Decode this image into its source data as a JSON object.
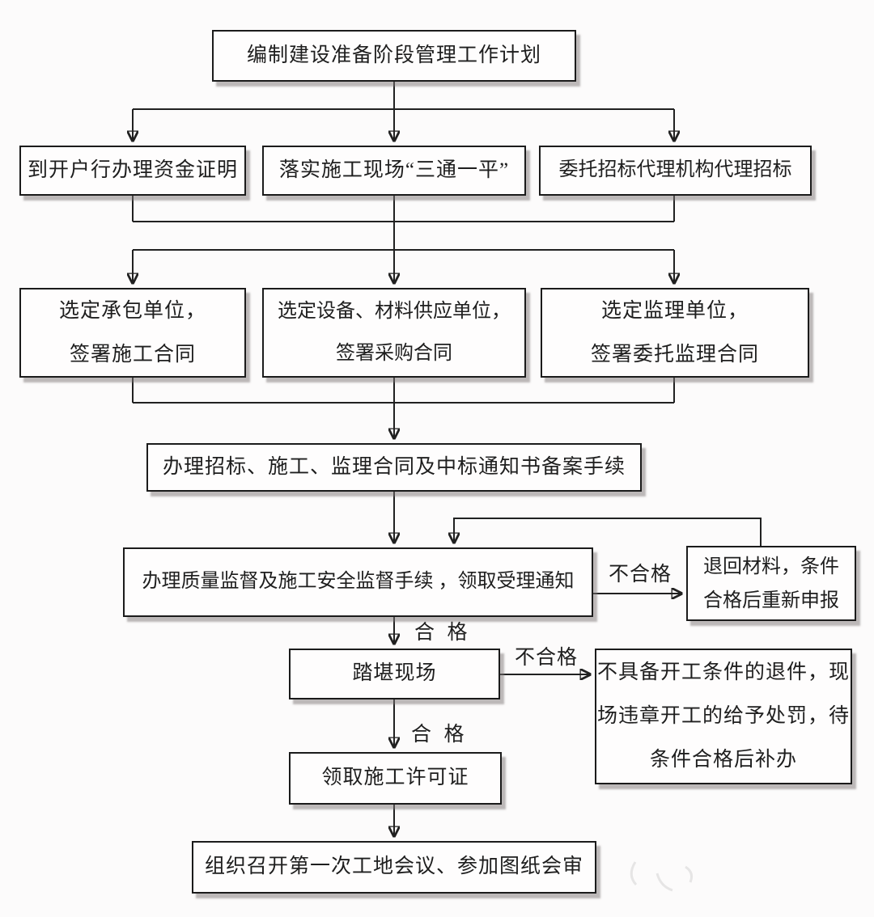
{
  "colors": {
    "ink": "#212121",
    "background": "#fcfbfb",
    "box_fill": "#fefdfd",
    "box_shadow": "#b9b3b3"
  },
  "diagram": {
    "nodes": {
      "plan": "编制建设准备阶段管理工作计划",
      "fund_proof": "到开户行办理资金证明",
      "site_ready": "落实施工现场“三通一平”",
      "bidding_agency": "委托招标代理机构代理招标",
      "contractor": "选定承包单位，\n签署施工合同",
      "supplier": "选定设备、材料供应单位，\n签署采购合同",
      "supervisor": "选定监理单位，\n签署委托监理合同",
      "record_filing": "办理招标、施工、监理合同及中标通知书备案手续",
      "quality_supervision": "办理质量监督及施工安全监督手续 ，领取受理通知",
      "return_materials": "退回材料，条件\n合格后重新申报",
      "site_visit": "踏堪现场",
      "reject_handling": "不具备开工条件的退件，现\n场违章开工的给予处罚，待\n条件合格后补办",
      "construction_permit": "领取施工许可证",
      "first_meeting": "组织召开第一次工地会议、参加图纸会审"
    },
    "edge_labels": {
      "fail_return": "不合格",
      "pass_visit": "合  格",
      "fail_reject": "不合格",
      "pass_permit": "合  格"
    }
  }
}
